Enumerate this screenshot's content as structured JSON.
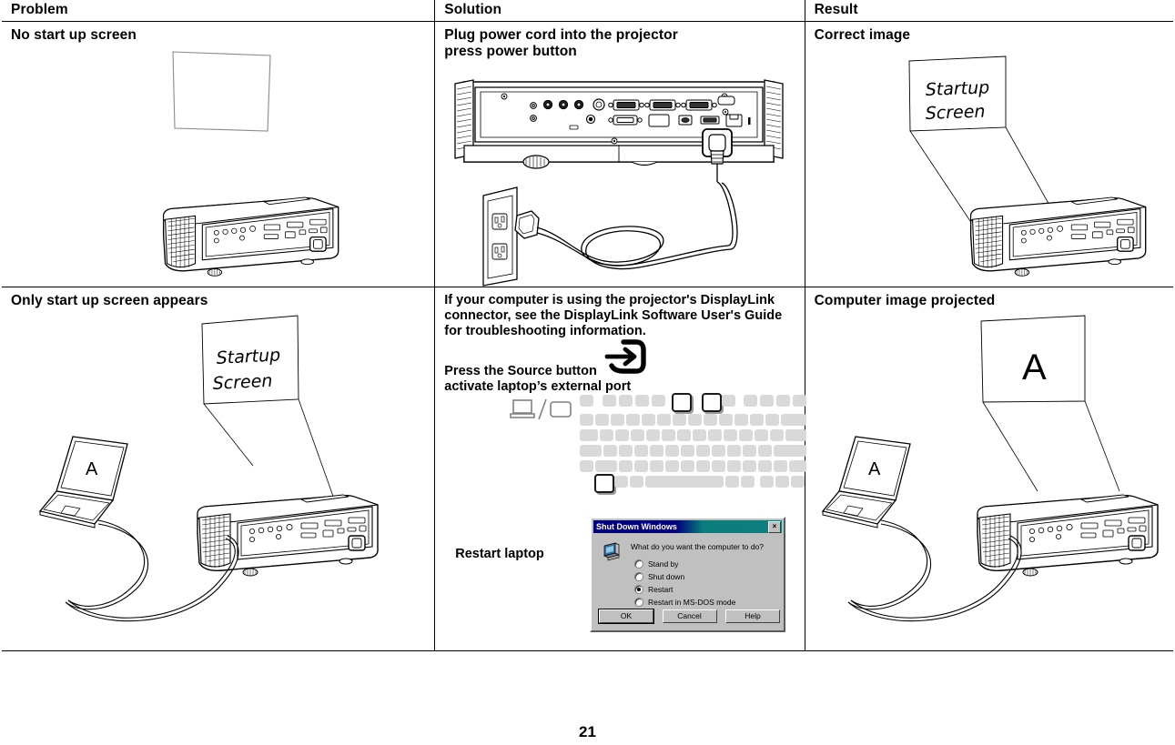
{
  "document": {
    "page_number": "21",
    "type": "troubleshooting-table"
  },
  "table": {
    "headers": {
      "problem": "Problem",
      "solution": "Solution",
      "result": "Result"
    },
    "rows": [
      {
        "id": "row-no-startup-screen",
        "problem": {
          "title": "No start up screen",
          "illustration": "blank-projection-screen-and-projector"
        },
        "solution": {
          "text": "Plug power cord into the projector\npress power button",
          "illustration": "projector-rear-panel-with-power-cord-into-wall-outlet"
        },
        "result": {
          "title": "Correct image",
          "screen_text_line1": "Startup",
          "screen_text_line2": "Screen",
          "illustration": "projector-projecting-startup-screen"
        }
      },
      {
        "id": "row-only-startup-screen",
        "problem": {
          "title": "Only start up screen appears",
          "screen_text_line1": "Startup",
          "screen_text_line2": "Screen",
          "laptop_screen_letter": "A",
          "illustration": "laptop-connected-to-projector-showing-startup-screen"
        },
        "solution": {
          "paragraph": "If your computer is using the projector's DisplayLink connector, see the DisplayLink Software User's Guide for troubleshooting information.",
          "press_source_text": "Press the Source button",
          "source_icon": "source-arrow-icon",
          "activate_port_text": "activate laptop’s external port",
          "monitor_toggle_icon": "laptop-slash-monitor-icon",
          "keyboard_illustration": "laptop-keyboard-with-highlighted-fn-and-function-keys",
          "restart_label": "Restart laptop"
        },
        "result": {
          "title": "Computer image projected",
          "screen_letter": "A",
          "laptop_screen_letter": "A",
          "illustration": "laptop-connected-to-projector-projecting-letter-A"
        }
      }
    ]
  },
  "dialog": {
    "title": "Shut Down Windows",
    "close_label": "×",
    "icon": "computer-shutdown-icon",
    "question": "What do you want the computer to do?",
    "options": [
      {
        "label": "Stand by",
        "selected": false
      },
      {
        "label": "Shut down",
        "selected": false
      },
      {
        "label": "Restart",
        "selected": true
      },
      {
        "label": "Restart in MS-DOS mode",
        "selected": false
      }
    ],
    "buttons": {
      "ok": "OK",
      "cancel": "Cancel",
      "help": "Help"
    },
    "colors": {
      "titlebar_start": "#00007b",
      "titlebar_end": "#10807f",
      "face": "#c0c0c0"
    }
  }
}
